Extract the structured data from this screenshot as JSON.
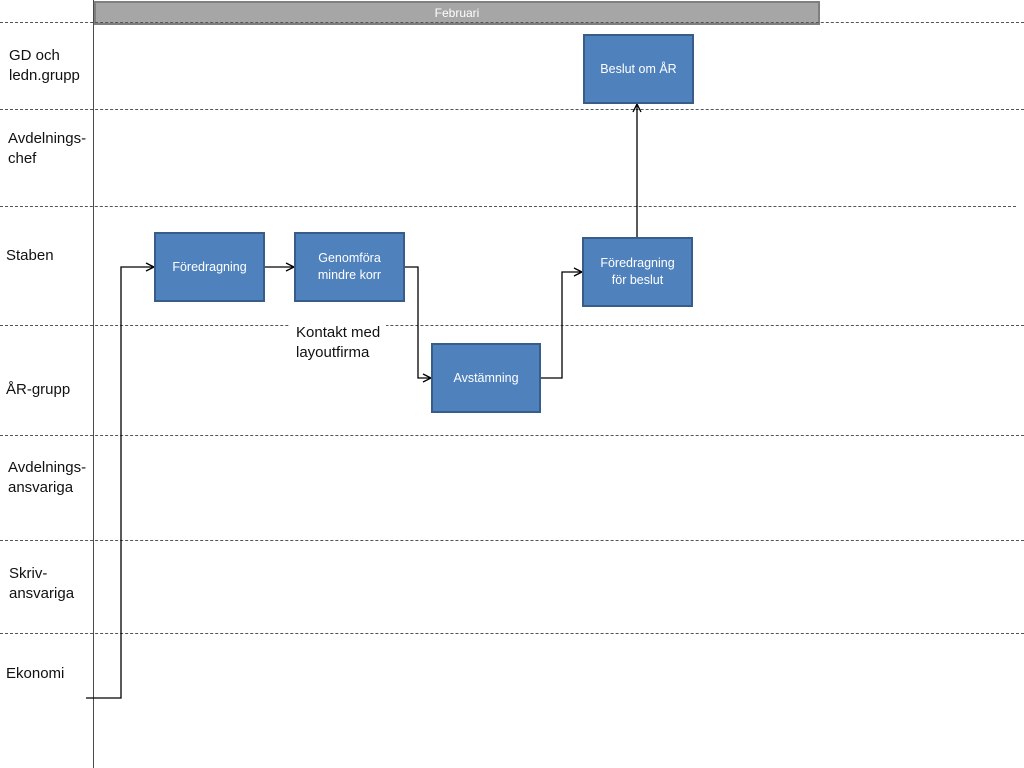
{
  "header": {
    "month": "Februari"
  },
  "lanes": [
    {
      "label": "GD och\nledn.grupp"
    },
    {
      "label": "Avdelnings-\nchef"
    },
    {
      "label": "Staben"
    },
    {
      "label": "ÅR-grupp"
    },
    {
      "label": "Avdelnings-\nansvariga"
    },
    {
      "label": "Skriv-\nansvariga"
    },
    {
      "label": "Ekonomi"
    }
  ],
  "boxes": {
    "foredragning": "Föredragning",
    "genomfora": "Genomföra\nmindre korr",
    "avstamning": "Avstämning",
    "foredragning_beslut": "Föredragning\nför beslut",
    "beslut": "Beslut om ÅR"
  },
  "notes": {
    "kontakt": "Kontakt med\nlayoutfirma"
  },
  "colors": {
    "box_fill": "#4f81bd",
    "box_border": "#385d8a",
    "month_bar": "#a6a6a6"
  }
}
